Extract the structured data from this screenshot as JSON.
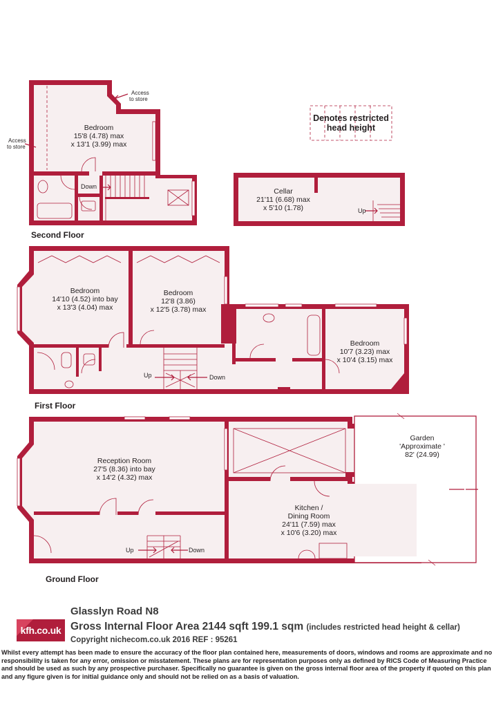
{
  "legend": {
    "line1": "Denotes restricted",
    "line2": "head height"
  },
  "floors": {
    "second": "Second Floor",
    "first": "First Floor",
    "ground": "Ground Floor"
  },
  "rooms": {
    "bedroom_second": {
      "name": "Bedroom",
      "dim1": "15'8 (4.78) max",
      "dim2": "x 13'1 (3.99) max"
    },
    "cellar": {
      "name": "Cellar",
      "dim1": "21'11 (6.68) max",
      "dim2": "x 5'10 (1.78)"
    },
    "bedroom_front": {
      "name": "Bedroom",
      "dim1": "14'10 (4.52) into bay",
      "dim2": "x 13'3 (4.04) max"
    },
    "bedroom_middle": {
      "name": "Bedroom",
      "dim1": "12'8 (3.86)",
      "dim2": "x 12'5 (3.78) max"
    },
    "bedroom_rear": {
      "name": "Bedroom",
      "dim1": "10'7 (3.23) max",
      "dim2": "x 10'4 (3.15) max"
    },
    "reception": {
      "name": "Reception Room",
      "dim1": "27'5 (8.36) into bay",
      "dim2": "x 14'2 (4.32) max"
    },
    "kitchen": {
      "name1": "Kitchen /",
      "name2": "Dining Room",
      "dim1": "24'11 (7.59) max",
      "dim2": "x 10'6 (3.20) max"
    },
    "garden": {
      "name": "Garden",
      "dim1": "'Approximate '",
      "dim2": "82' (24.99)"
    }
  },
  "annotations": {
    "access_top_1": "Access",
    "access_top_2": "to store",
    "access_left_1": "Access",
    "access_left_2": "to store",
    "down_second": "Down",
    "up_cellar": "Up",
    "up_first": "Up",
    "down_first": "Down",
    "up_ground": "Up",
    "down_ground": "Down"
  },
  "footer": {
    "logo": "kfh.co.uk",
    "address": "Glasslyn Road  N8",
    "gia": "Gross Internal Floor Area 2144 sqft 199.1 sqm",
    "gia_note": "(includes restricted head height & cellar)",
    "copyright": "Copyright nichecom.co.uk 2016 REF : 95261",
    "disclaimer": "Whilst every attempt has been made to ensure the accuracy of the floor plan contained here, measurements of doors, windows and rooms are approximate and no responsibility is taken for any error, omission or misstatement.  These plans are for representation purposes only as defined by RICS Code of Measuring Practice and should be used as such by any prospective purchaser.  Specifically no guarantee is given on the gross internal floor area of the property if quoted on this plan and any figure given is for initial guidance only and should not be relied on as a basis of valuation."
  },
  "colors": {
    "wall": "#b01e3c",
    "floor_fill": "#f7eff0",
    "text": "#231f20"
  }
}
